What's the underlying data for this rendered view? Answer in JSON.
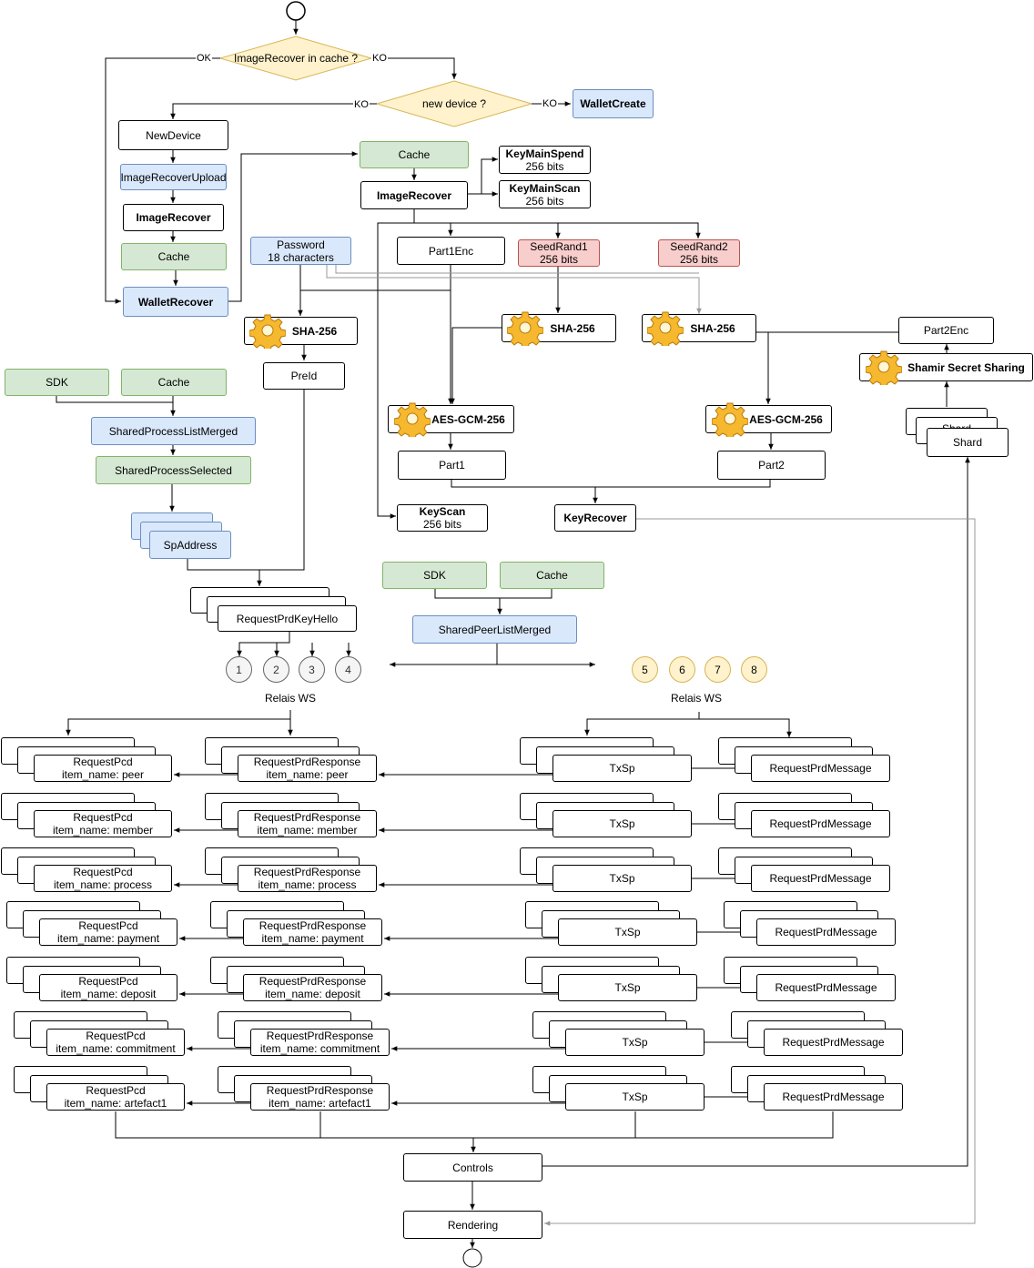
{
  "decisions": {
    "cache": "ImageRecover in cache ?",
    "device": "new device ?"
  },
  "edge_labels": {
    "ok": "OK",
    "ko": "KO"
  },
  "nodes": {
    "wallet_create": "WalletCreate",
    "new_device": "NewDevice",
    "image_recover_upload": "ImageRecoverUpload",
    "image_recover_left": "ImageRecover",
    "cache_left": "Cache",
    "wallet_recover": "WalletRecover",
    "cache_top": "Cache",
    "image_recover": "ImageRecover",
    "key_main_spend": [
      "KeyMainSpend",
      "256 bits"
    ],
    "key_main_scan": [
      "KeyMainScan",
      "256 bits"
    ],
    "password": [
      "Password",
      "18 characters"
    ],
    "part1enc": "Part1Enc",
    "seed_rand1": [
      "SeedRand1",
      "256 bits"
    ],
    "seed_rand2": [
      "SeedRand2",
      "256 bits"
    ],
    "sha_a": "SHA-256",
    "sha_b": "SHA-256",
    "sha_c": "SHA-256",
    "part2enc": "Part2Enc",
    "shamir": "Shamir Secret Sharing",
    "shard_hidden": "Shard",
    "shard": "Shard",
    "sdk_left": "SDK",
    "cache_mid": "Cache",
    "preid": "PreId",
    "aes_a": "AES-GCM-256",
    "aes_b": "AES-GCM-256",
    "part1": "Part1",
    "part2": "Part2",
    "shared_process_list": "SharedProcessListMerged",
    "shared_process_selected": "SharedProcessSelected",
    "key_scan": [
      "KeyScan",
      "256 bits"
    ],
    "key_recover": "KeyRecover",
    "sp_address": "SpAddress",
    "sdk_right": "SDK",
    "cache_right": "Cache",
    "shared_peer_list": "SharedPeerListMerged",
    "request_key_hello": "RequestPrdKeyHello",
    "relay_left": "Relais WS",
    "relay_right": "Relais WS",
    "relay_nodes_left": [
      "1",
      "2",
      "3",
      "4"
    ],
    "relay_nodes_right": [
      "5",
      "6",
      "7",
      "8"
    ],
    "controls": "Controls",
    "rendering": "Rendering"
  },
  "rows": [
    {
      "pcd": [
        "RequestPcd",
        "item_name: peer"
      ],
      "resp": [
        "RequestPrdResponse",
        "item_name: peer"
      ],
      "txsp": "TxSp",
      "msg": "RequestPrdMessage"
    },
    {
      "pcd": [
        "RequestPcd",
        "item_name: member"
      ],
      "resp": [
        "RequestPrdResponse",
        "item_name: member"
      ],
      "txsp": "TxSp",
      "msg": "RequestPrdMessage"
    },
    {
      "pcd": [
        "RequestPcd",
        "item_name: process"
      ],
      "resp": [
        "RequestPrdResponse",
        "item_name: process"
      ],
      "txsp": "TxSp",
      "msg": "RequestPrdMessage"
    },
    {
      "pcd": [
        "RequestPcd",
        "item_name: payment"
      ],
      "resp": [
        "RequestPrdResponse",
        "item_name: payment"
      ],
      "txsp": "TxSp",
      "msg": "RequestPrdMessage"
    },
    {
      "pcd": [
        "RequestPcd",
        "item_name: deposit"
      ],
      "resp": [
        "RequestPrdResponse",
        "item_name: deposit"
      ],
      "txsp": "TxSp",
      "msg": "RequestPrdMessage"
    },
    {
      "pcd": [
        "RequestPcd",
        "item_name: commitment"
      ],
      "resp": [
        "RequestPrdResponse",
        "item_name: commitment"
      ],
      "txsp": "TxSp",
      "msg": "RequestPrdMessage"
    },
    {
      "pcd": [
        "RequestPcd",
        "item_name: artefact1"
      ],
      "resp": [
        "RequestPrdResponse",
        "item_name: artefact1"
      ],
      "txsp": "TxSp",
      "msg": "RequestPrdMessage"
    }
  ]
}
